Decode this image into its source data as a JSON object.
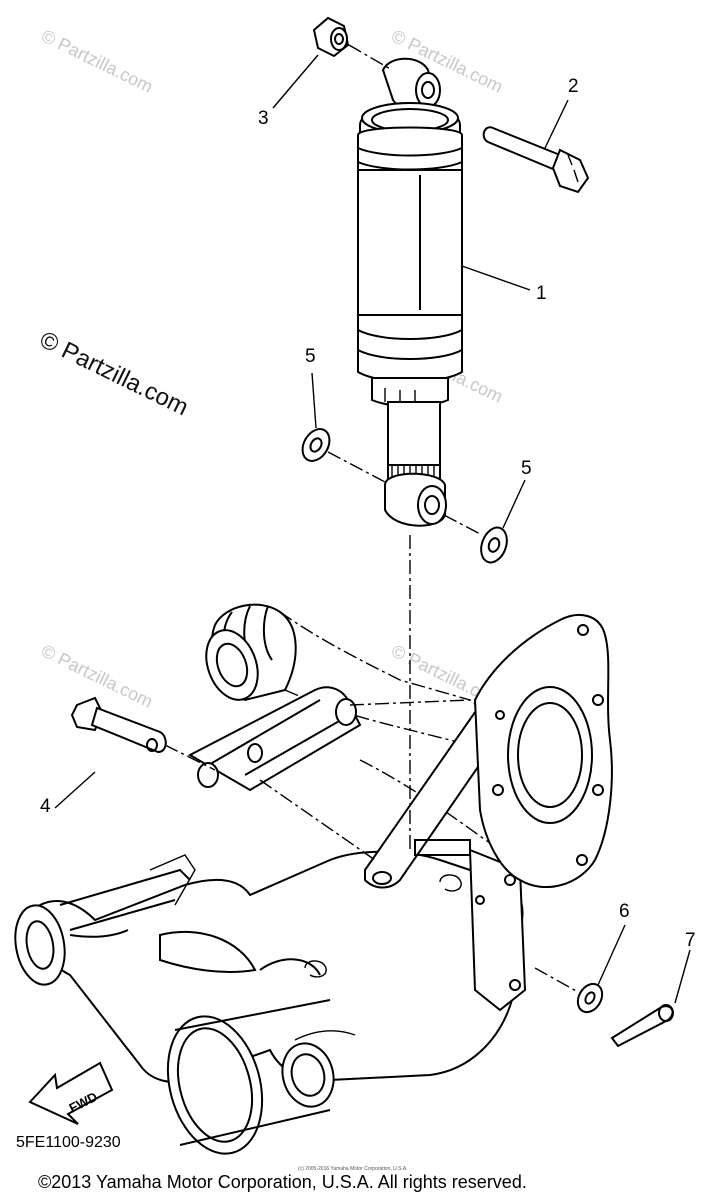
{
  "watermark": {
    "main": "© Partzilla.com",
    "faint": "© Partzilla.com"
  },
  "callouts": {
    "c1": "1",
    "c2": "2",
    "c3": "3",
    "c4": "4",
    "c5a": "5",
    "c5b": "5",
    "c6": "6",
    "c7": "7"
  },
  "forward_label": "FWD",
  "diagram_code": "5FE1100-9230",
  "copyright": "©2013 Yamaha Motor Corporation, U.S.A. All rights reserved.",
  "tiny_copyright": "(c) 2005-2016 Yamaha Motor Corporation, U.S.A.",
  "colors": {
    "ink": "#000000",
    "watermark": "#c8c8c8",
    "background": "#ffffff"
  }
}
